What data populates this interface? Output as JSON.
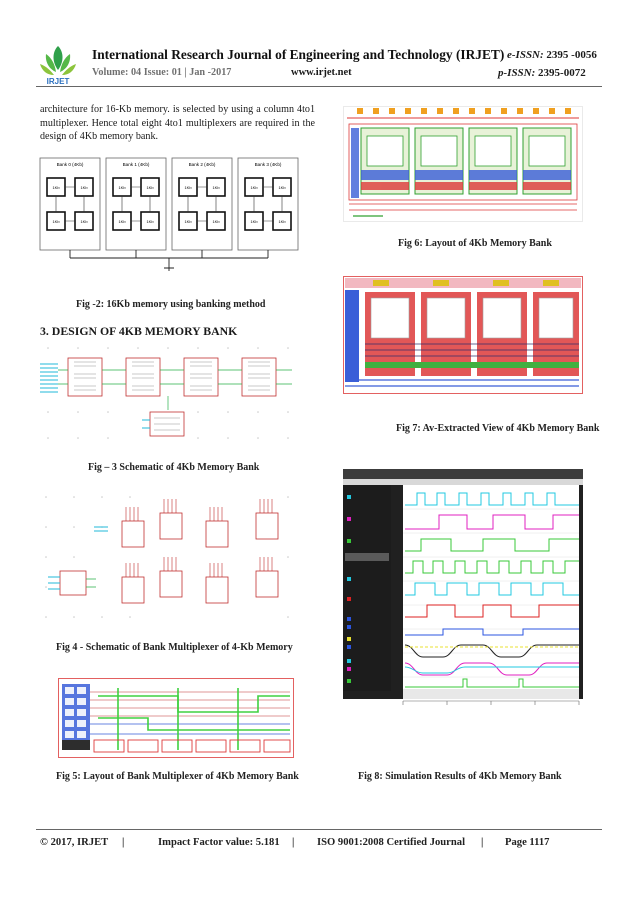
{
  "header": {
    "journal_title": "International Research Journal of Engineering and Technology (IRJET)",
    "eissn_label": "e-ISSN:",
    "eissn_value": "2395 -0056",
    "volume_line": "Volume: 04 Issue: 01 | Jan -2017",
    "website": "www.irjet.net",
    "pissn_label": "p-ISSN:",
    "pissn_value": "2395-0072",
    "logo_text": "IRJET"
  },
  "body": {
    "intro_text": "architecture for 16-Kb memory. is selected by using a column 4to1 multiplexer. Hence total eight 4to1 multiplexers are required in the design of 4Kb memory bank.",
    "section_heading": "3.  DESIGN OF 4KB MEMORY BANK"
  },
  "figures": {
    "fig2_caption": "Fig -2: 16Kb memory using banking method",
    "fig3_caption": "Fig – 3 Schematic of 4Kb Memory Bank",
    "fig4_caption": "Fig 4 - Schematic of Bank Multiplexer of 4-Kb Memory",
    "fig5_caption": "Fig 5: Layout of Bank Multiplexer of 4Kb Memory Bank",
    "fig6_caption": "Fig 6: Layout of 4Kb Memory Bank",
    "fig7_caption": "Fig 7: Av-Extracted View of 4Kb Memory Bank",
    "fig8_caption": "Fig 8: Simulation Results of 4Kb Memory Bank"
  },
  "fig2": {
    "bank_labels": [
      "Bank 0 (4Kb)",
      "Bank 1 (4Kb)",
      "Bank 2 (4Kb)",
      "Bank 3 (4Kb)"
    ],
    "cell_label": "1Kb"
  },
  "footer": {
    "copyright": "© 2017, IRJET",
    "impact": "Impact Factor value: 5.181",
    "iso": "ISO 9001:2008 Certified Journal",
    "page": "Page 1117",
    "sep": "|"
  },
  "colors": {
    "text": "#1a1a1a",
    "accent_green": "#38c838",
    "accent_blue": "#2b55e0",
    "accent_red": "#dd2222",
    "accent_magenta": "#e020c0",
    "accent_cyan": "#22c8e0",
    "plot_bg": "#202020"
  },
  "icons": [
    "irjet-logo-icon"
  ]
}
